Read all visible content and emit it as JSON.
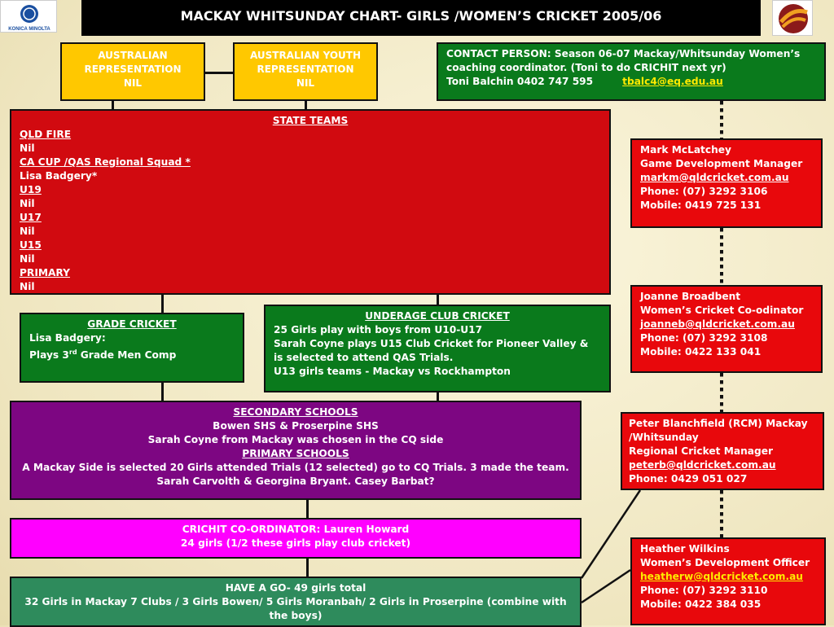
{
  "title": "MACKAY WHITSUNDAY CHART- GIRLS /WOMEN’S CRICKET  2005/06",
  "logo_left": "KONICA MINOLTA",
  "australian_rep": [
    "AUSTRALIAN",
    "REPRESENTATION",
    "NIL"
  ],
  "australian_youth": [
    "AUSTRALIAN YOUTH",
    "REPRESENTATION",
    "NIL"
  ],
  "contact": {
    "line1": "CONTACT PERSON: Season 06-07 Mackay/Whitsunday Women’s",
    "line2": "coaching coordinator. (Toni to do CRICHIT next yr)",
    "name": "Toni Balchin 0402 747 595",
    "email": "tbalc4@eq.edu.au"
  },
  "state_teams": {
    "heading": "STATE TEAMS",
    "lines": [
      {
        "t": "QLD FIRE",
        "u": true
      },
      {
        "t": "Nil",
        "u": false
      },
      {
        "t": "CA CUP /QAS Regional Squad *",
        "u": true
      },
      {
        "t": "Lisa Badgery*",
        "u": false
      },
      {
        "t": "U19",
        "u": true
      },
      {
        "t": "Nil",
        "u": false
      },
      {
        "t": "U17",
        "u": true
      },
      {
        "t": "Nil",
        "u": false
      },
      {
        "t": "U15",
        "u": true
      },
      {
        "t": "Nil",
        "u": false
      },
      {
        "t": "PRIMARY",
        "u": true
      },
      {
        "t": "Nil",
        "u": false
      }
    ]
  },
  "mark": {
    "name": "Mark McLatchey",
    "role": "Game Development Manager",
    "email": "markm@qldcricket.com.au",
    "phone": "Phone: (07) 3292 3106",
    "mobile": "Mobile: 0419 725 131"
  },
  "joanne": {
    "name": "Joanne Broadbent",
    "role": "Women’s Cricket Co-odinator",
    "email": "joanneb@qldcricket.com.au",
    "phone": "Phone: (07) 3292 3108",
    "mobile": "Mobile: 0422 133 041"
  },
  "peter": {
    "name1": "Peter Blanchfield (RCM) Mackay",
    "name2": "/Whitsunday",
    "role": "Regional Cricket Manager",
    "email": "peterb@qldcricket.com.au",
    "phone": "Phone: 0429 051 027"
  },
  "heather": {
    "name": "Heather Wilkins",
    "role": "Women’s Development Officer",
    "email": "heatherw@qldcricket.com.au",
    "phone": "Phone: (07) 3292 3110",
    "mobile": "Mobile: 0422 384 035"
  },
  "grade": {
    "heading": "GRADE CRICKET",
    "line1": "Lisa Badgery:",
    "line2_pre": "Plays 3",
    "line2_sup": "rd",
    "line2_post": " Grade Men Comp"
  },
  "underage": {
    "heading": "UNDERAGE CLUB CRICKET",
    "line1": "25 Girls play with boys from U10-U17",
    "line2": "Sarah Coyne  plays U15 Club Cricket for Pioneer Valley & is selected to attend QAS Trials.",
    "line3": "U13 girls teams -  Mackay vs Rockhampton"
  },
  "secondary": {
    "heading": "SECONDARY SCHOOLS",
    "line1": "Bowen SHS & Proserpine SHS",
    "line2": "Sarah Coyne from Mackay was chosen in the CQ side",
    "heading2": "PRIMARY SCHOOLS",
    "line3": "A Mackay Side is selected 20 Girls attended Trials (12 selected) go to CQ Trials. 3 made the team.",
    "line4": "Sarah Carvolth & Georgina Bryant. Casey Barbat?"
  },
  "crichit": {
    "line1": "CRICHIT CO-ORDINATOR:  Lauren Howard",
    "line2": "24 girls (1/2 these girls play club cricket)"
  },
  "havego": {
    "line1": "HAVE A GO- 49 girls total",
    "line2": "32 Girls in Mackay 7 Clubs / 3 Girls Bowen/ 5 Girls Moranbah/ 2 Girls in Proserpine (combine with the boys)"
  }
}
